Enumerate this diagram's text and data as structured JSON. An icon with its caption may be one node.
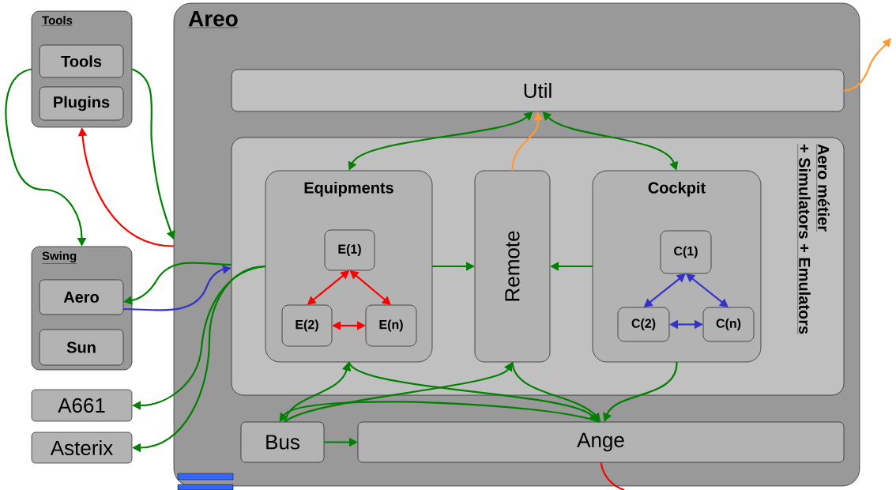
{
  "diagram": {
    "nodes": [
      {
        "text": [
          "Tools"
        ]
      },
      {
        "text": [
          "Tools"
        ],
        "in": 0
      },
      {
        "text": [
          "Plugins"
        ],
        "in": 0
      },
      {
        "text": [
          "Swing"
        ]
      },
      {
        "text": [
          "Aero"
        ],
        "in": 3
      },
      {
        "text": [
          "Sun"
        ],
        "in": 3
      },
      {
        "text": [
          "A661"
        ]
      },
      {
        "text": [
          "Asterix"
        ]
      },
      {
        "text": [
          "Areo"
        ]
      },
      {
        "text": [
          "Util"
        ],
        "in": 8
      },
      {
        "text": [
          "Aero métier",
          "+ Simulators + Emulators"
        ],
        "in": 8
      },
      {
        "text": [
          "Equipments"
        ],
        "in": 10
      },
      {
        "text": [
          "E(1)"
        ],
        "in": 11
      },
      {
        "text": [
          "E(2)"
        ],
        "in": 11
      },
      {
        "text": [
          "E(n)"
        ],
        "in": 11
      },
      {
        "text": [
          "Remote"
        ],
        "in": 10
      },
      {
        "text": [
          "Cockpit"
        ],
        "in": 10
      },
      {
        "text": [
          "C(1)"
        ],
        "in": 16
      },
      {
        "text": [
          "C(2)"
        ],
        "in": 16
      },
      {
        "text": [
          "C(n)"
        ],
        "in": 16
      },
      {
        "text": [
          "Bus"
        ],
        "in": 8
      },
      {
        "text": [
          "Ange"
        ],
        "in": 8
      }
    ],
    "edges": [
      {
        "from": 0,
        "to": 3,
        "arrow": "to"
      },
      {
        "from": 0,
        "to": 8,
        "arrow": "to"
      },
      {
        "from": 8,
        "to": 0,
        "arrow": "to",
        "color": "#ff0000"
      },
      {
        "from": 4,
        "to": 10,
        "arrow": "to",
        "color": "#3333cc"
      },
      {
        "from": 10,
        "to": 4,
        "arrow": "to"
      },
      {
        "from": 11,
        "to": 6,
        "arrow": "to"
      },
      {
        "from": 11,
        "to": 7,
        "arrow": "to"
      },
      {
        "from": 11,
        "to": 15,
        "arrow": "to"
      },
      {
        "from": 16,
        "to": 15,
        "arrow": "to"
      },
      {
        "from": 12,
        "to": 13,
        "arrow": "both",
        "color": "#ff0000"
      },
      {
        "from": 12,
        "to": 14,
        "arrow": "both",
        "color": "#ff0000"
      },
      {
        "from": 13,
        "to": 14,
        "arrow": "both",
        "color": "#ff0000"
      },
      {
        "from": 17,
        "to": 18,
        "arrow": "both",
        "color": "#3333cc"
      },
      {
        "from": 17,
        "to": 19,
        "arrow": "both",
        "color": "#3333cc"
      },
      {
        "from": 18,
        "to": 19,
        "arrow": "both",
        "color": "#3333cc"
      },
      {
        "from": 15,
        "to": 9,
        "arrow": "to",
        "color": "#ff9933"
      },
      {
        "from": 9,
        "to": null,
        "arrow": "to",
        "color": "#ff9933"
      },
      {
        "from": 11,
        "to": 9,
        "arrow": "both"
      },
      {
        "from": 16,
        "to": 9,
        "arrow": "both"
      },
      {
        "from": 20,
        "to": 11,
        "arrow": "to"
      },
      {
        "from": 20,
        "to": 15,
        "arrow": "to"
      },
      {
        "from": 11,
        "to": 21,
        "arrow": "to"
      },
      {
        "from": 15,
        "to": 21,
        "arrow": "to"
      },
      {
        "from": 16,
        "to": 21,
        "arrow": "to"
      },
      {
        "from": 21,
        "to": 20,
        "arrow": "to"
      },
      {
        "from": 20,
        "to": 21,
        "arrow": "to"
      },
      {
        "from": 21,
        "to": null,
        "arrow": "none",
        "color": "#ff0000"
      }
    ]
  }
}
